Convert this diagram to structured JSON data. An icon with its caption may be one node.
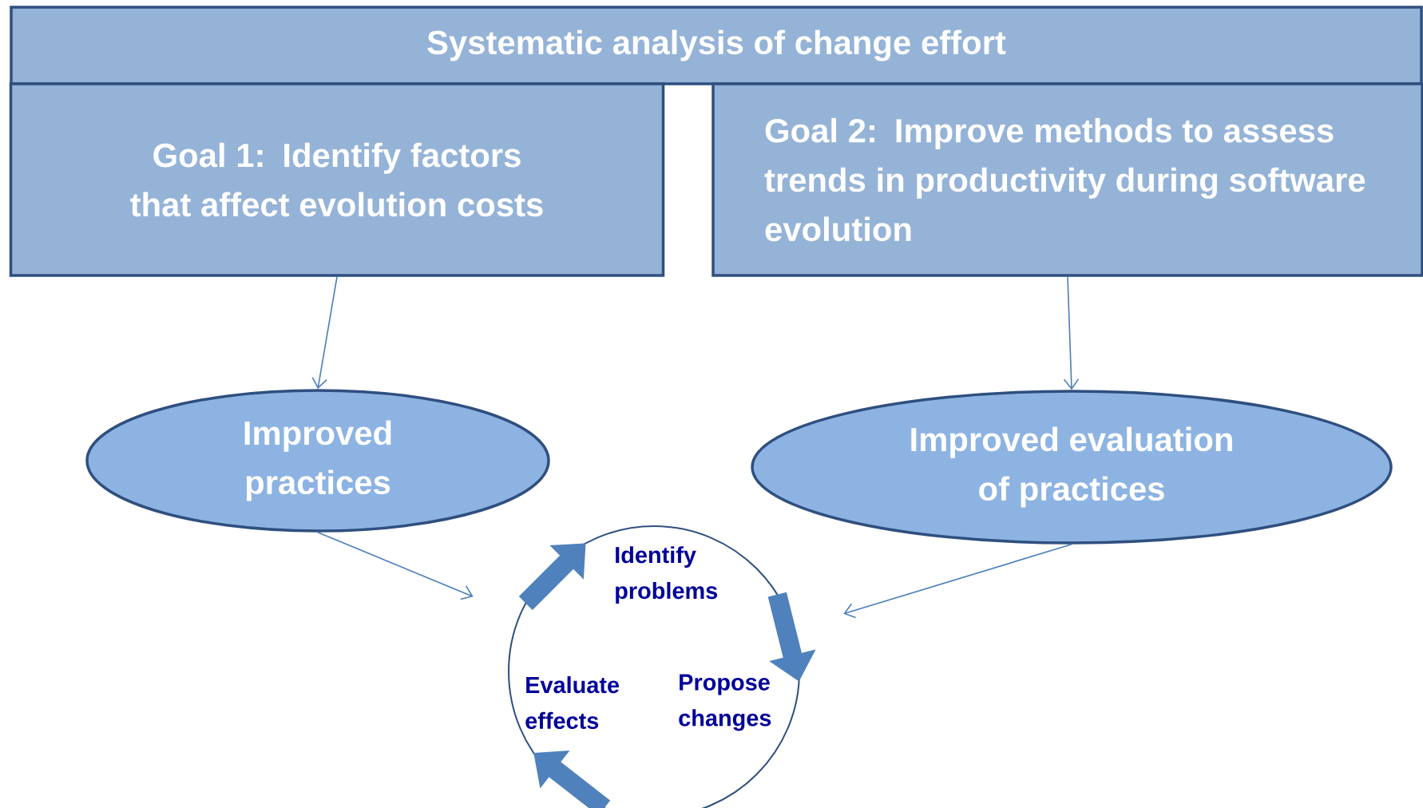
{
  "diagram": {
    "nodes": [
      {
        "text": [
          "Systematic analysis of change effort"
        ]
      },
      {
        "text": [
          "Goal 1: Identify factors that affect evolution costs"
        ]
      },
      {
        "text": [
          "Goal 2: Improve methods to assess trends in productivity during software evolution"
        ]
      },
      {
        "text": [
          "Improved practices"
        ]
      },
      {
        "text": [
          "Improved evaluation of practices"
        ]
      },
      {
        "text": [
          "Identify problems",
          "Evaluate effects",
          "Propose changes"
        ]
      }
    ],
    "edges": [
      {
        "from": 1,
        "to": 3,
        "arrow": "to"
      },
      {
        "from": 2,
        "to": 4,
        "arrow": "to"
      },
      {
        "from": 3,
        "to": 5,
        "arrow": "to"
      },
      {
        "from": 4,
        "to": 5,
        "arrow": "to"
      }
    ]
  }
}
